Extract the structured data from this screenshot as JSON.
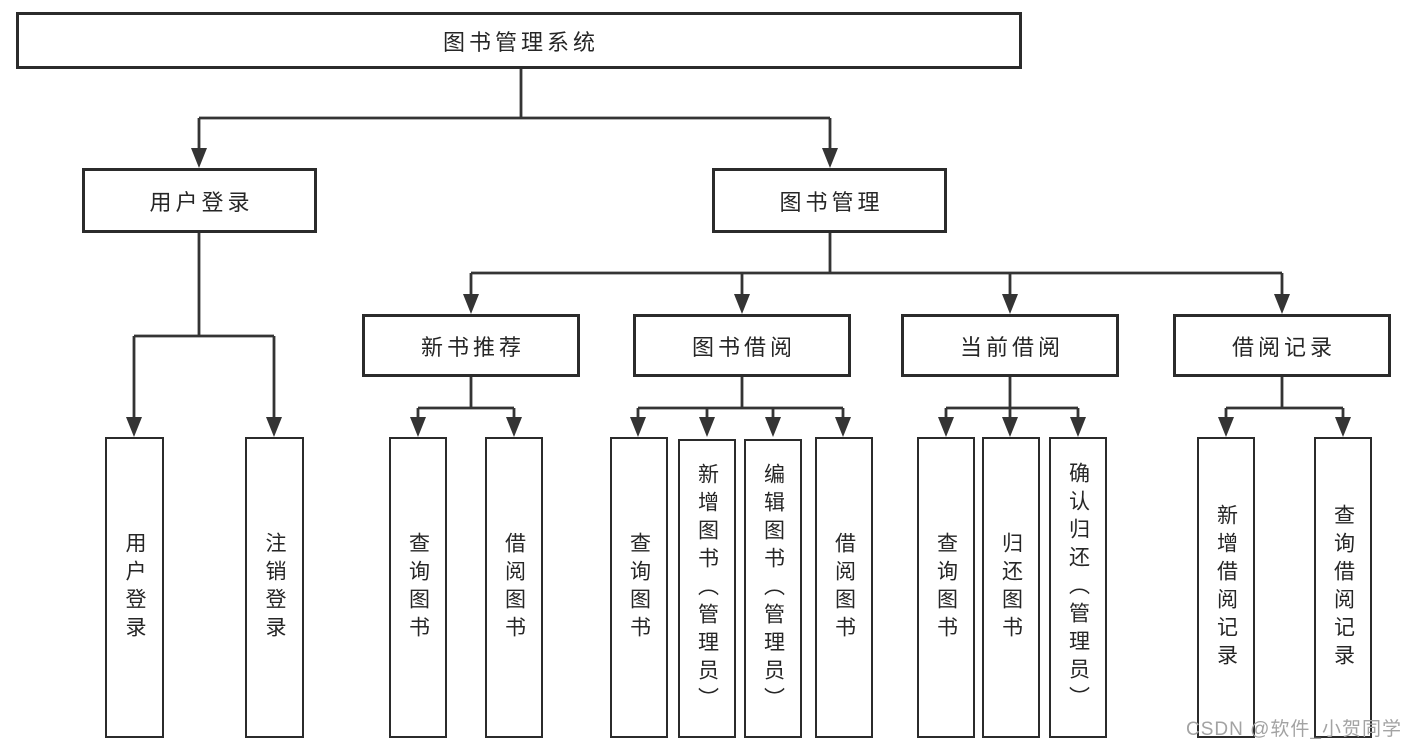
{
  "diagram": {
    "type": "tree",
    "title": "图书管理系统",
    "nodes": {
      "root": {
        "label": "图书管理系统"
      },
      "level2": [
        {
          "label": "用户登录",
          "parent": "图书管理系统"
        },
        {
          "label": "图书管理",
          "parent": "图书管理系统"
        }
      ],
      "level3": [
        {
          "label": "新书推荐",
          "parent": "图书管理"
        },
        {
          "label": "图书借阅",
          "parent": "图书管理"
        },
        {
          "label": "当前借阅",
          "parent": "图书管理"
        },
        {
          "label": "借阅记录",
          "parent": "图书管理"
        }
      ],
      "leaves": [
        {
          "label": "用户登录",
          "parent": "用户登录"
        },
        {
          "label": "注销登录",
          "parent": "用户登录"
        },
        {
          "label": "查询图书",
          "parent": "新书推荐"
        },
        {
          "label": "借阅图书",
          "parent": "新书推荐"
        },
        {
          "label": "查询图书",
          "parent": "图书借阅"
        },
        {
          "label": "新增图书（管理员）",
          "parent": "图书借阅"
        },
        {
          "label": "编辑图书（管理员）",
          "parent": "图书借阅"
        },
        {
          "label": "借阅图书",
          "parent": "图书借阅"
        },
        {
          "label": "查询图书",
          "parent": "当前借阅"
        },
        {
          "label": "归还图书",
          "parent": "当前借阅"
        },
        {
          "label": "确认归还（管理员）",
          "parent": "当前借阅"
        },
        {
          "label": "新增借阅记录",
          "parent": "借阅记录"
        },
        {
          "label": "查询借阅记录",
          "parent": "借阅记录"
        }
      ]
    }
  },
  "watermark": "CSDN @软件_小贺同学",
  "colors": {
    "line": "#343434",
    "box_border": "#2b2b2b",
    "text": "#262626",
    "watermark": "#a3a3a3",
    "bg": "#ffffff"
  }
}
